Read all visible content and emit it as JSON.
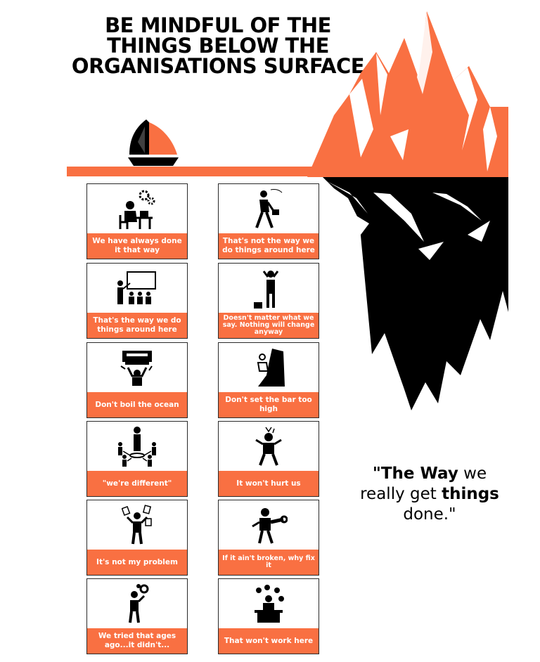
{
  "title": {
    "line1": "BE MINDFUL OF THE",
    "line2": "THINGS BELOW THE",
    "line3": "ORGANISATIONS SURFACE"
  },
  "colors": {
    "accent": "#f97042",
    "ink": "#000000",
    "background": "#ffffff"
  },
  "cards": [
    {
      "text": "We have always done it that way",
      "icon": "person-at-desk-with-gears-icon"
    },
    {
      "text": "That's not the way we do things around here",
      "icon": "businessman-walking-away-icon"
    },
    {
      "text": "That's the way we do things around here",
      "icon": "presenter-with-audience-icon"
    },
    {
      "text": "Doesn't matter what we say. Nothing will change anyway",
      "icon": "frustrated-person-hands-on-head-icon"
    },
    {
      "text": "Don't boil the ocean",
      "icon": "person-crushed-by-printer-icon"
    },
    {
      "text": "Don't set the bar too high",
      "icon": "person-climbing-cliff-icon"
    },
    {
      "text": "\"we're different\"",
      "icon": "network-of-people-icon"
    },
    {
      "text": "It won't hurt us",
      "icon": "person-shocked-icon"
    },
    {
      "text": "It's not my problem",
      "icon": "person-juggling-papers-icon"
    },
    {
      "text": "If it ain't broken, why fix it",
      "icon": "worker-with-wrench-icon"
    },
    {
      "text": "We tried that ages ago...it didn't...",
      "icon": "person-with-ideas-icon"
    },
    {
      "text": "That won't work here",
      "icon": "overwhelmed-person-at-desk-icon"
    }
  ],
  "quote": {
    "part1": "\"The Way",
    "part2": " we really get ",
    "part3": "things",
    "part4": " done.\""
  }
}
